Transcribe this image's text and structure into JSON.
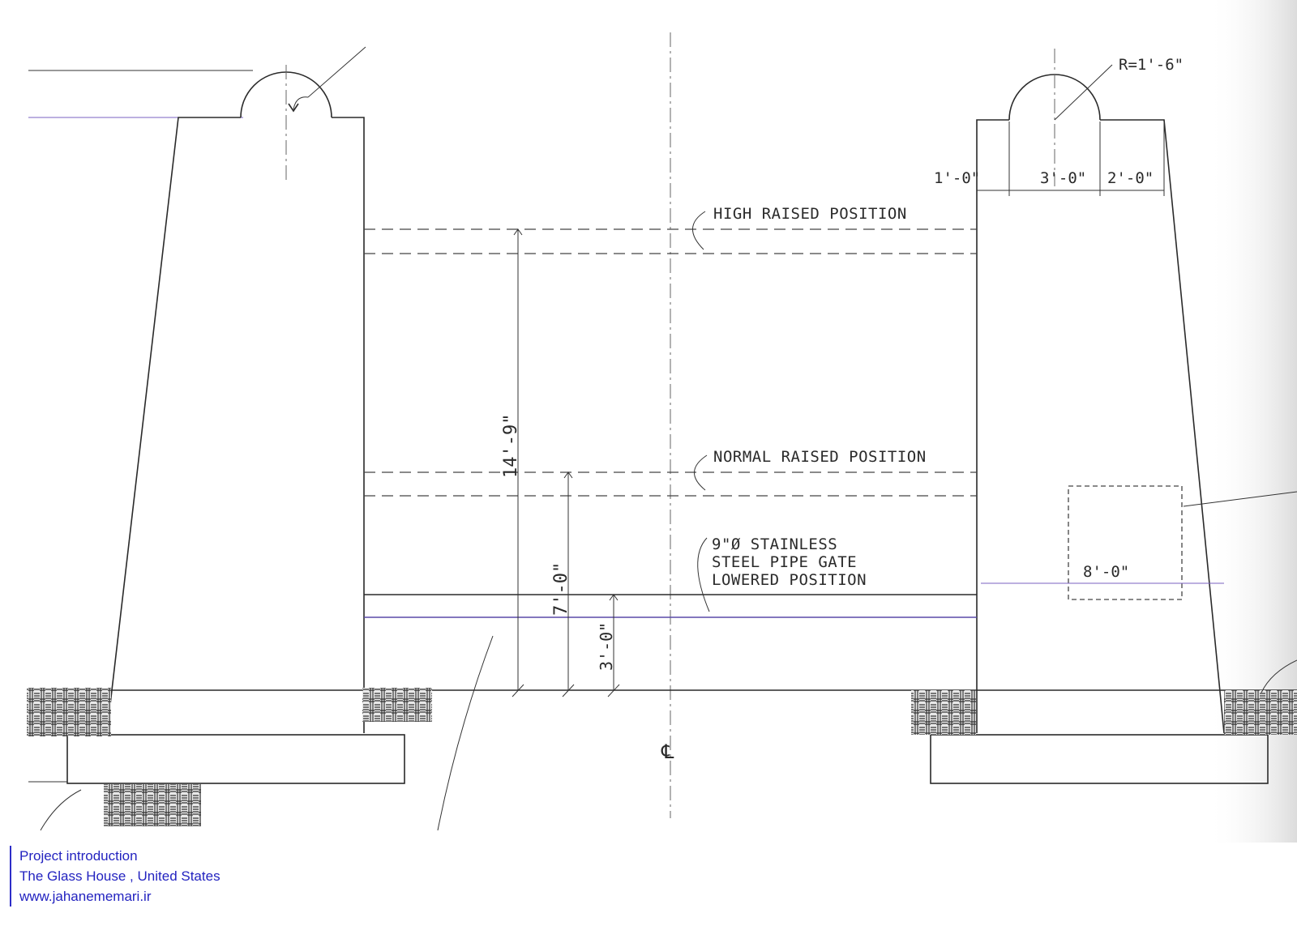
{
  "drawing": {
    "labels": {
      "high_raised": "HIGH RAISED POSITION",
      "normal_raised": "NORMAL RAISED POSITION",
      "gate_line1": "9\"Ø STAINLESS",
      "gate_line2": "STEEL PIPE GATE",
      "gate_line3": "LOWERED POSITION",
      "centerline": "℄"
    },
    "dimensions": {
      "radius": "R=1'-6\"",
      "d_1_0": "1'-0\"",
      "d_3_0": "3'-0\"",
      "d_2_0": "2'-0\"",
      "d_14_9": "14'-9\"",
      "d_7_0": "7'-0\"",
      "d_3_0_low": "3'-0\"",
      "d_8_0": "8'-0\""
    }
  },
  "caption": {
    "line1": "Project introduction",
    "line2": "The Glass House , United States",
    "line3": "www.jahanememari.ir"
  }
}
